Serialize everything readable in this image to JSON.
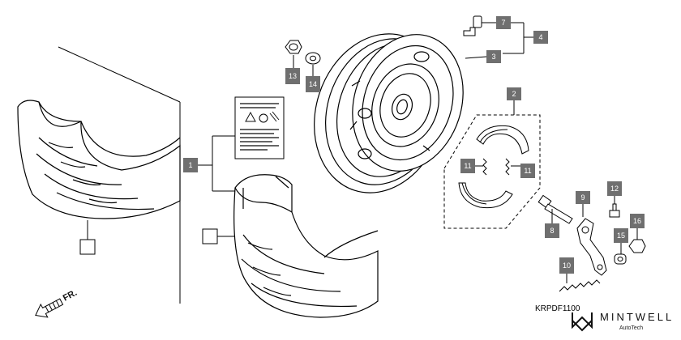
{
  "callouts": [
    {
      "id": "1",
      "label": "1"
    },
    {
      "id": "2",
      "label": "2"
    },
    {
      "id": "3",
      "label": "3"
    },
    {
      "id": "4",
      "label": "4"
    },
    {
      "id": "7",
      "label": "7"
    },
    {
      "id": "8",
      "label": "8"
    },
    {
      "id": "9",
      "label": "9"
    },
    {
      "id": "10",
      "label": "10"
    },
    {
      "id": "11a",
      "label": "11"
    },
    {
      "id": "11b",
      "label": "11"
    },
    {
      "id": "12",
      "label": "12"
    },
    {
      "id": "13",
      "label": "13"
    },
    {
      "id": "14",
      "label": "14"
    },
    {
      "id": "15",
      "label": "15"
    },
    {
      "id": "16",
      "label": "16"
    }
  ],
  "diagram_code": "KRPDF1100",
  "direction_label": "FR.",
  "brand": {
    "name": "MINTWELL",
    "sub": "AutoTech"
  },
  "colors": {
    "callout_fill": "#6f6f6f",
    "line": "#000000",
    "background": "#ffffff"
  }
}
